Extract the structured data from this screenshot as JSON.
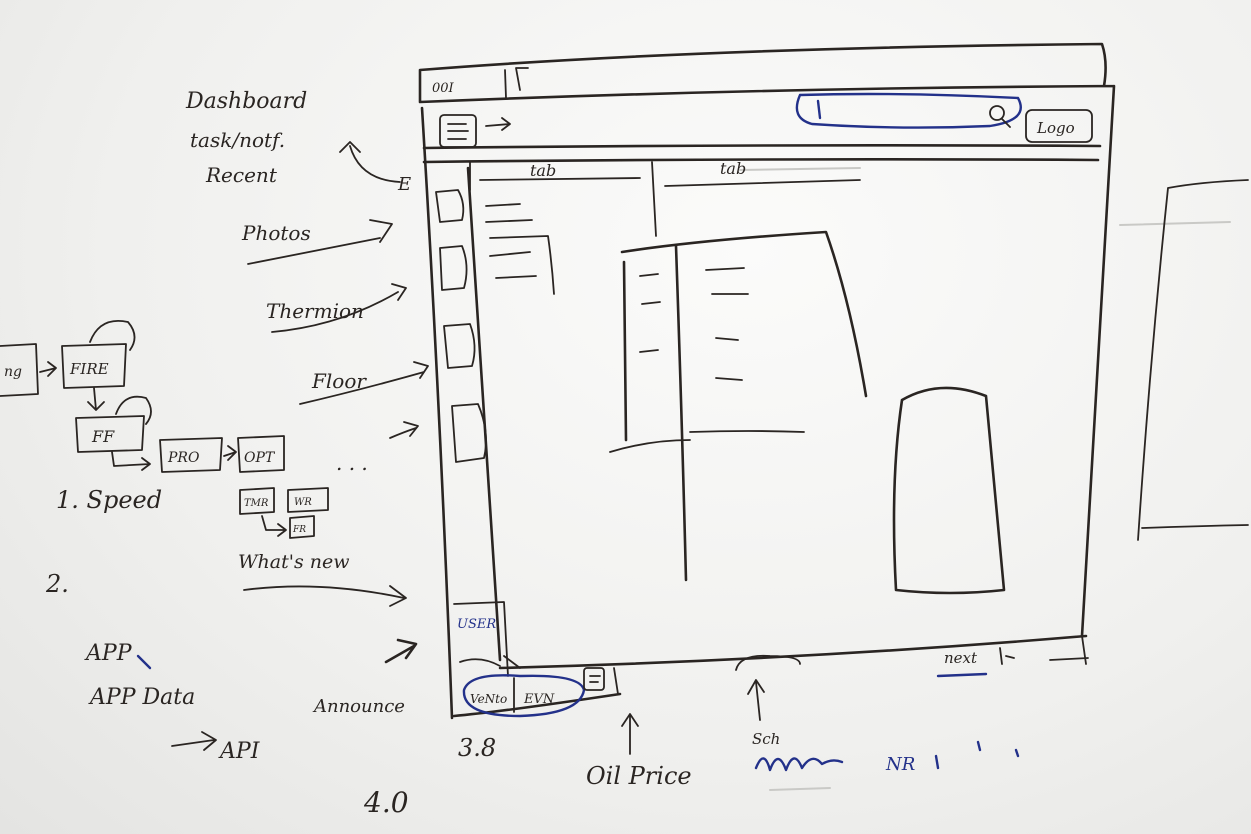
{
  "sketch": {
    "top_bar": {
      "dots": "00I"
    },
    "toolbar": {
      "logout": "Logo"
    },
    "tabs": [
      "tab",
      "tab"
    ],
    "bottom_bar": {
      "user": "USER",
      "left_button": "VeNto",
      "right_button": "EVN",
      "next": "next"
    }
  },
  "annotations": {
    "dashboard": "Dashboard",
    "tasks": "task/notf.",
    "recent": "Recent",
    "photos": "Photos",
    "thermion": "Thermion",
    "floor": "Floor",
    "ellipsis": ". . .",
    "announce": "Announce",
    "version_38": "3.8",
    "version_40": "4.0",
    "oil_price": "Oil Price",
    "sch": "Sch",
    "blue_text": "NR"
  },
  "flow": {
    "box_cut": "ng",
    "box_fire": "FIRE",
    "box_ff": "FF",
    "box_pro": "PRO",
    "box_opt": "OPT",
    "box_small_1": "TMR",
    "box_small_2": "WR",
    "box_small_3": "FR",
    "label_1": "1. Speed",
    "label_2": "2.",
    "whats_new": "What's new",
    "app": "APP",
    "app_data": "APP Data",
    "api": "API"
  }
}
